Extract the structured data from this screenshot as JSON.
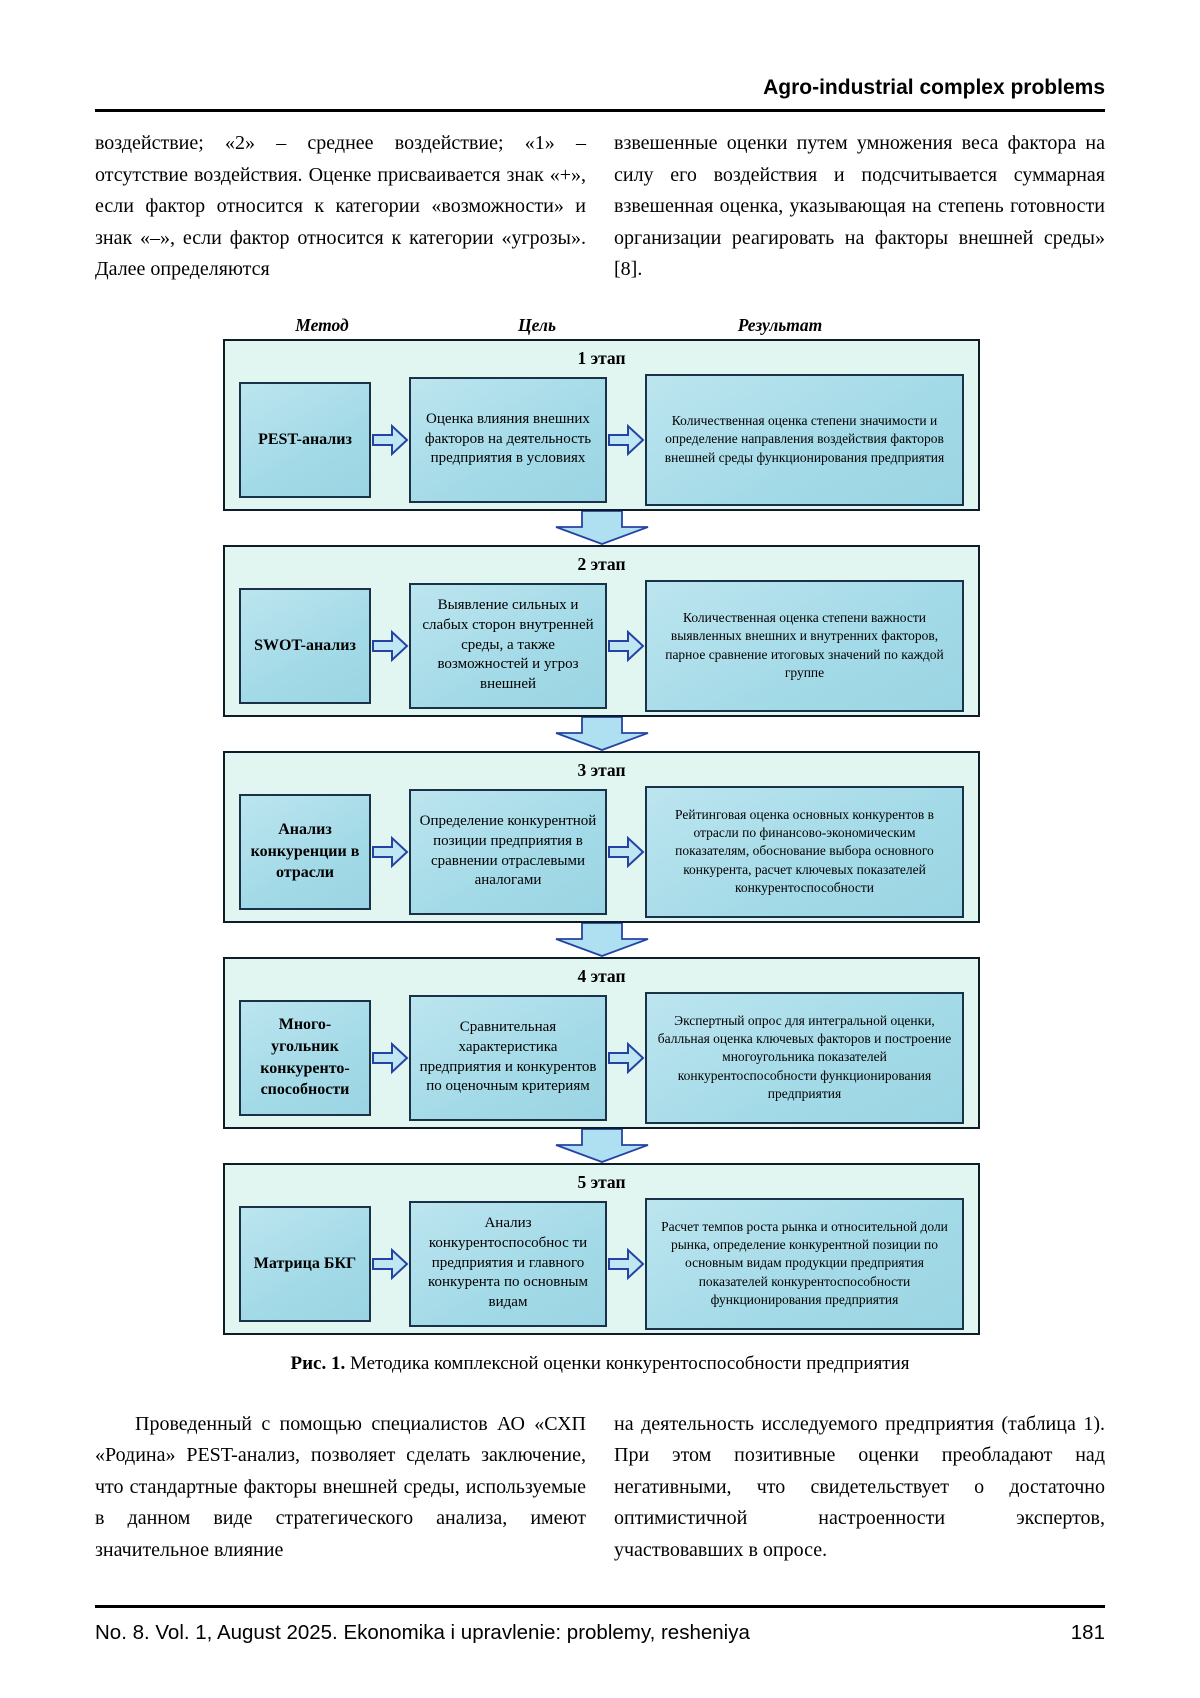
{
  "header": {
    "title": "Agro-industrial complex problems"
  },
  "intro": {
    "left_column": "воздействие; «2» – среднее воздействие; «1» – отсутствие воздействия. Оценке присваивается знак «+», если фактор относится к категории «возможности» и знак «–», если фактор относится к категории «угрозы». Далее определяются",
    "right_column": "взвешенные оценки путем умножения веса фактора на силу его воздействия и подсчитывается суммарная взвешенная оценка, указывающая на степень готовности организации реагировать на факторы внешней среды» [8]."
  },
  "figure": {
    "column_headers": [
      "Метод",
      "Цель",
      "Результат"
    ],
    "stages": [
      {
        "title": "1 этап",
        "method": "PEST-анализ",
        "goal": "Оценка влияния внешних факторов на деятельность предприятия в условиях",
        "result": "Количественная оценка степени значимости и определение направления воздействия факторов внешней среды функционирования предприятия"
      },
      {
        "title": "2 этап",
        "method": "SWOT-анализ",
        "goal": "Выявление сильных и слабых сторон внутренней среды, а также возможностей и угроз внешней",
        "result": "Количественная оценка степени важности выявленных внешних и внутренних факторов, парное сравнение итоговых значений по каждой группе"
      },
      {
        "title": "3 этап",
        "method": "Анализ конкуренции в отрасли",
        "goal": "Определение конкурентной позиции предприятия в сравнении отраслевыми аналогами",
        "result": "Рейтинговая оценка основных конкурентов в отрасли по финансово-экономическим показателям, обоснование выбора основного конкурента, расчет ключевых показателей конкурентоспособности"
      },
      {
        "title": "4 этап",
        "method": "Много-угольник конкуренто-способности",
        "goal": "Сравнительная характеристика предприятия и конкурентов по оценочным критериям",
        "result": "Экспертный опрос для интегральной оценки, балльная оценка ключевых факторов и построение многоугольника показателей конкурентоспособности функционирования предприятия"
      },
      {
        "title": "5 этап",
        "method": "Матрица БКГ",
        "goal": "Анализ конкурентоспособнос ти предприятия и главного конкурента по основным видам",
        "result": "Расчет темпов роста рынка и относительной доли рынка, определение конкурентной позиции по основным видам продукции предприятия показателей конкурентоспособности функционирования предприятия"
      }
    ],
    "caption_label": "Рис. 1.",
    "caption_text": "Методика комплексной оценки конкурентоспособности предприятия"
  },
  "body": {
    "left_column": "Проведенный с помощью специалистов АО «СХП «Родина» PEST-анализ, позволяет сделать заключение, что стандартные факторы внешней среды, используемые в данном виде стратегического анализа, имеют значительное влияние",
    "right_column": "на деятельность исследуемого предприятия (таблица 1). При этом позитивные оценки преобладают над негативными, что свидетельствует о достаточно оптимистичной настроенности экспертов, участвовавших в опросе."
  },
  "footer": {
    "journal": "No. 8. Vol. 1, August 2025. Ekonomika i upravlenie: problemy, resheniya",
    "page": "181"
  },
  "colors": {
    "stage_background": "#e1f5f1",
    "box_background": "#a6dde9",
    "box_border": "#1a3247",
    "arrow_fill": "#bfe7f3",
    "arrow_stroke": "#2543a4"
  }
}
